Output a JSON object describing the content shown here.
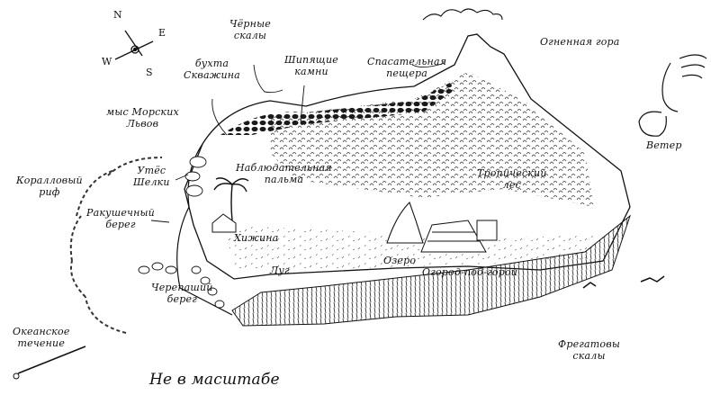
{
  "map": {
    "type": "illustrated island map",
    "compass": {
      "north": "N",
      "south": "S",
      "east": "E",
      "west": "W"
    },
    "scale_note": "Не в масштабе",
    "labels": [
      {
        "id": "black-rocks",
        "text": "Чёрные\nскалы"
      },
      {
        "id": "blowhole-bay",
        "text": "бухта\nСкважина"
      },
      {
        "id": "hissing-stones",
        "text": "Шипящие\nкамни"
      },
      {
        "id": "rescue-cave",
        "text": "Спасательная\nпещера"
      },
      {
        "id": "fire-mountain",
        "text": "Огненная гора"
      },
      {
        "id": "sea-lion-cape",
        "text": "мыс Морских\nЛьвов"
      },
      {
        "id": "wind",
        "text": "Ветер"
      },
      {
        "id": "coral-reef",
        "text": "Коралловый\nриф"
      },
      {
        "id": "silk-cliff",
        "text": "Утёс\nШелки"
      },
      {
        "id": "lookout-palm",
        "text": "Наблюдательная\nпальма"
      },
      {
        "id": "shell-beach",
        "text": "Ракушечный\nберег"
      },
      {
        "id": "tropical-forest",
        "text": "Тропический\nлес"
      },
      {
        "id": "hut",
        "text": "Хижина"
      },
      {
        "id": "lake",
        "text": "Озеро"
      },
      {
        "id": "meadow",
        "text": "Луг"
      },
      {
        "id": "garden",
        "text": "Огород-под-горой"
      },
      {
        "id": "turtle-beach",
        "text": "Черепаший\nберег"
      },
      {
        "id": "ocean-current",
        "text": "Океанское\nтечение"
      },
      {
        "id": "frigate-cliffs",
        "text": "Фрегатовы\nскалы"
      }
    ]
  }
}
